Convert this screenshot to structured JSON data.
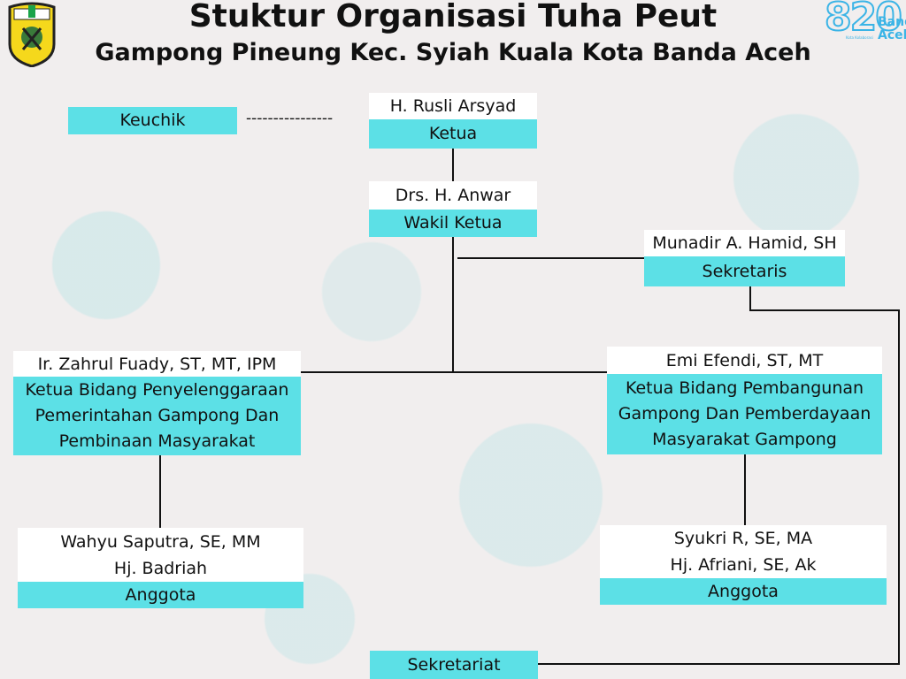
{
  "header": {
    "title": "Stuktur Organisasi Tuha Peut",
    "subtitle": "Gampong Pineung Kec. Syiah Kuala Kota Banda Aceh",
    "logo_right_number": "820",
    "logo_right_text": "Banda Aceh",
    "logo_right_small": "Kota Kolaborasi"
  },
  "keuchik": {
    "label": "Keuchik",
    "dashes": "----------------"
  },
  "ketua": {
    "name": "H. Rusli Arsyad",
    "role": "Ketua"
  },
  "wakil": {
    "name": "Drs. H. Anwar",
    "role": "Wakil Ketua"
  },
  "sekretaris": {
    "name": "Munadir A. Hamid, SH",
    "role": "Sekretaris"
  },
  "bidang_left": {
    "name": "Ir. Zahrul Fuady, ST, MT, IPM",
    "role": [
      "Ketua Bidang Penyelenggaraan",
      "Pemerintahan Gampong Dan",
      "Pembinaan Masyarakat"
    ]
  },
  "bidang_right": {
    "name": "Emi Efendi, ST, MT",
    "role": [
      "Ketua Bidang Pembangunan",
      "Gampong Dan Pemberdayaan",
      "Masyarakat Gampong"
    ]
  },
  "anggota_left": {
    "names": [
      "Wahyu Saputra, SE, MM",
      "Hj. Badriah"
    ],
    "role": "Anggota"
  },
  "anggota_right": {
    "names": [
      "Syukri R, SE, MA",
      "Hj. Afriani, SE, Ak"
    ],
    "role": "Anggota"
  },
  "sekretariat": {
    "label": "Sekretariat"
  },
  "colors": {
    "box": "#5ce0e6",
    "line": "#111111"
  }
}
